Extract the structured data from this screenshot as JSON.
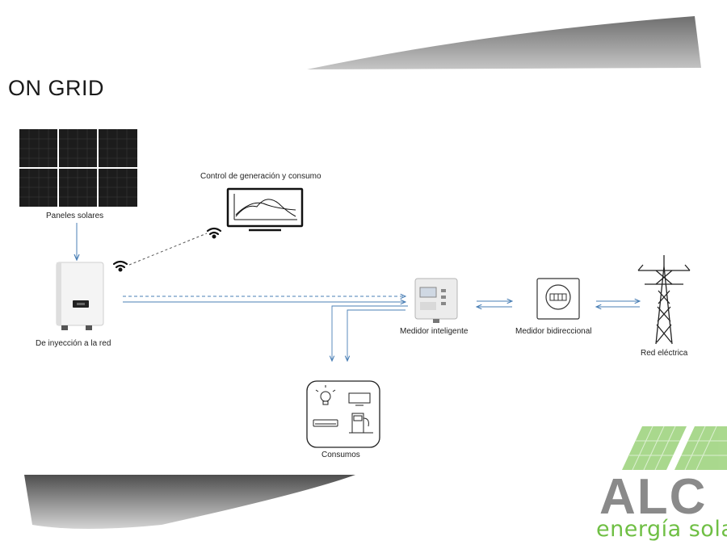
{
  "title": "ON GRID",
  "labels": {
    "panels": "Paneles solares",
    "monitor": "Control de generación y consumo",
    "inverter": "De inyección a la red",
    "smart_meter": "Medidor inteligente",
    "bidirectional_meter": "Medidor bidireccional",
    "grid": "Red eléctrica",
    "consumption": "Consumos"
  },
  "brand": {
    "word": "ALC",
    "tagline": "energía solar f",
    "color_green": "#6fbf44",
    "color_grey": "#8a8a8a"
  },
  "colors": {
    "flow_line": "#4a7fb5",
    "dashed_line": "#555555",
    "panel": "#1c1c1c"
  },
  "icons": [
    "solar-panel-icon",
    "wifi-icon",
    "monitor-icon",
    "inverter-icon",
    "smart-meter-icon",
    "bidirectional-meter-icon",
    "power-tower-icon",
    "lightbulb-icon",
    "tv-icon",
    "air-conditioner-icon",
    "ev-charger-icon"
  ]
}
